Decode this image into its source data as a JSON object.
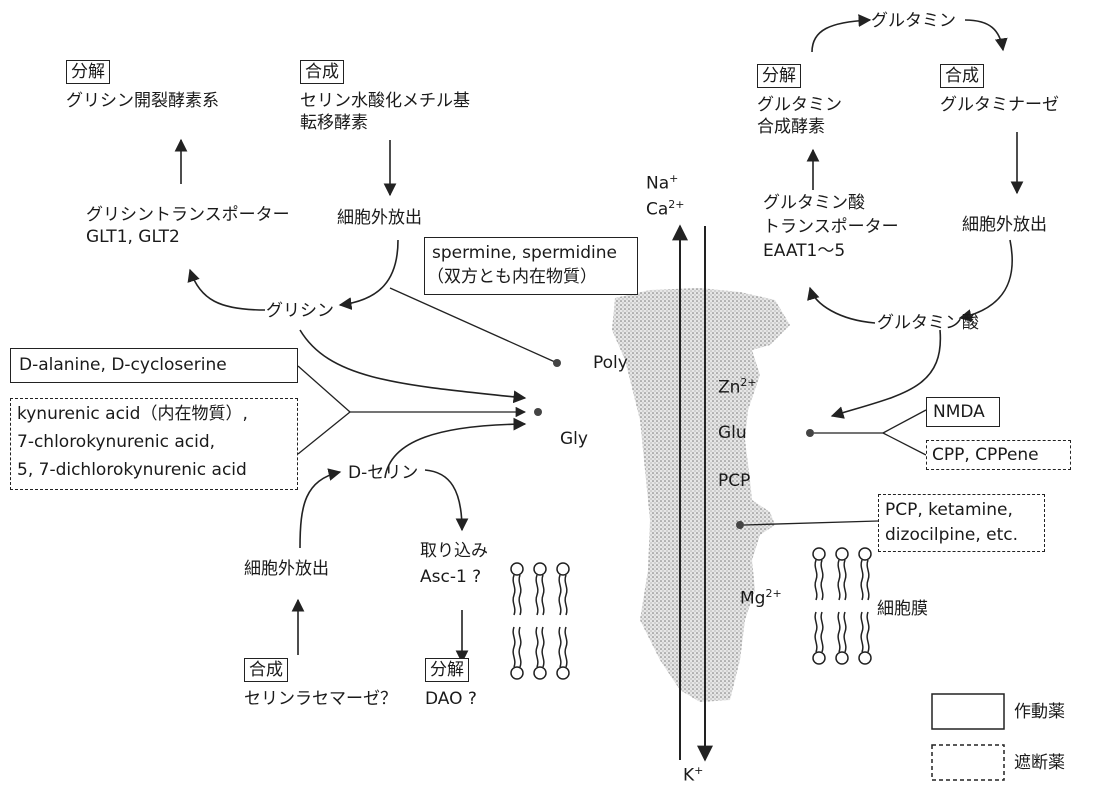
{
  "gly_pathway": {
    "decomp_tag": "分解",
    "decomp_enzyme": "グリシン開裂酵素系",
    "synth_tag": "合成",
    "synth_enzyme_1": "セリン水酸化メチル基",
    "synth_enzyme_2": "転移酵素",
    "transporter_1": "グリシントランスポーター",
    "transporter_2": "GLT1, GLT2",
    "release": "細胞外放出",
    "glycine": "グリシン"
  },
  "glu_pathway": {
    "glutamine_top": "グルタミン",
    "decomp_tag": "分解",
    "decomp_enzyme_1": "グルタミン",
    "decomp_enzyme_2": "合成酵素",
    "synth_tag": "合成",
    "synth_enzyme": "グルタミナーゼ",
    "transporter_1": "グルタミン酸",
    "transporter_2": "トランスポーター",
    "transporter_3": "EAAT1～5",
    "release": "細胞外放出",
    "glutamate": "グルタミン酸"
  },
  "polyamine_box": {
    "line1": "spermine, spermidine",
    "line2": "（双方とも内在物質）"
  },
  "gly_agonists": "D-alanine, D-cycloserine",
  "gly_antagonists": {
    "line1": "kynurenic acid（内在物質）,",
    "line2": "7-chlorokynurenic acid,",
    "line3": "5, 7-dichlorokynurenic acid"
  },
  "dserine": {
    "name": "D-セリン",
    "release": "細胞外放出",
    "synth_tag": "合成",
    "synth_enzyme": "セリンラセマーゼ？",
    "uptake_1": "取り込み",
    "uptake_2": "Asc-1 ?",
    "decomp_tag": "分解",
    "decomp_enzyme": "DAO ?"
  },
  "receptor": {
    "na": "Na",
    "na_sup": "+",
    "ca": "Ca",
    "ca_sup": "2+",
    "k": "K",
    "k_sup": "+",
    "poly": "Poly",
    "zn": "Zn",
    "zn_sup": "2+",
    "gly": "Gly",
    "glu": "Glu",
    "pcp": "PCP",
    "mg": "Mg",
    "mg_sup": "2+"
  },
  "glu_agonist": "NMDA",
  "glu_antagonist": "CPP, CPPene",
  "pcp_antagonists": {
    "line1": "PCP, ketamine,",
    "line2": "dizocilpine, etc."
  },
  "membrane_label": "細胞膜",
  "legend": {
    "agonist": "作動薬",
    "antagonist": "遮断薬"
  }
}
